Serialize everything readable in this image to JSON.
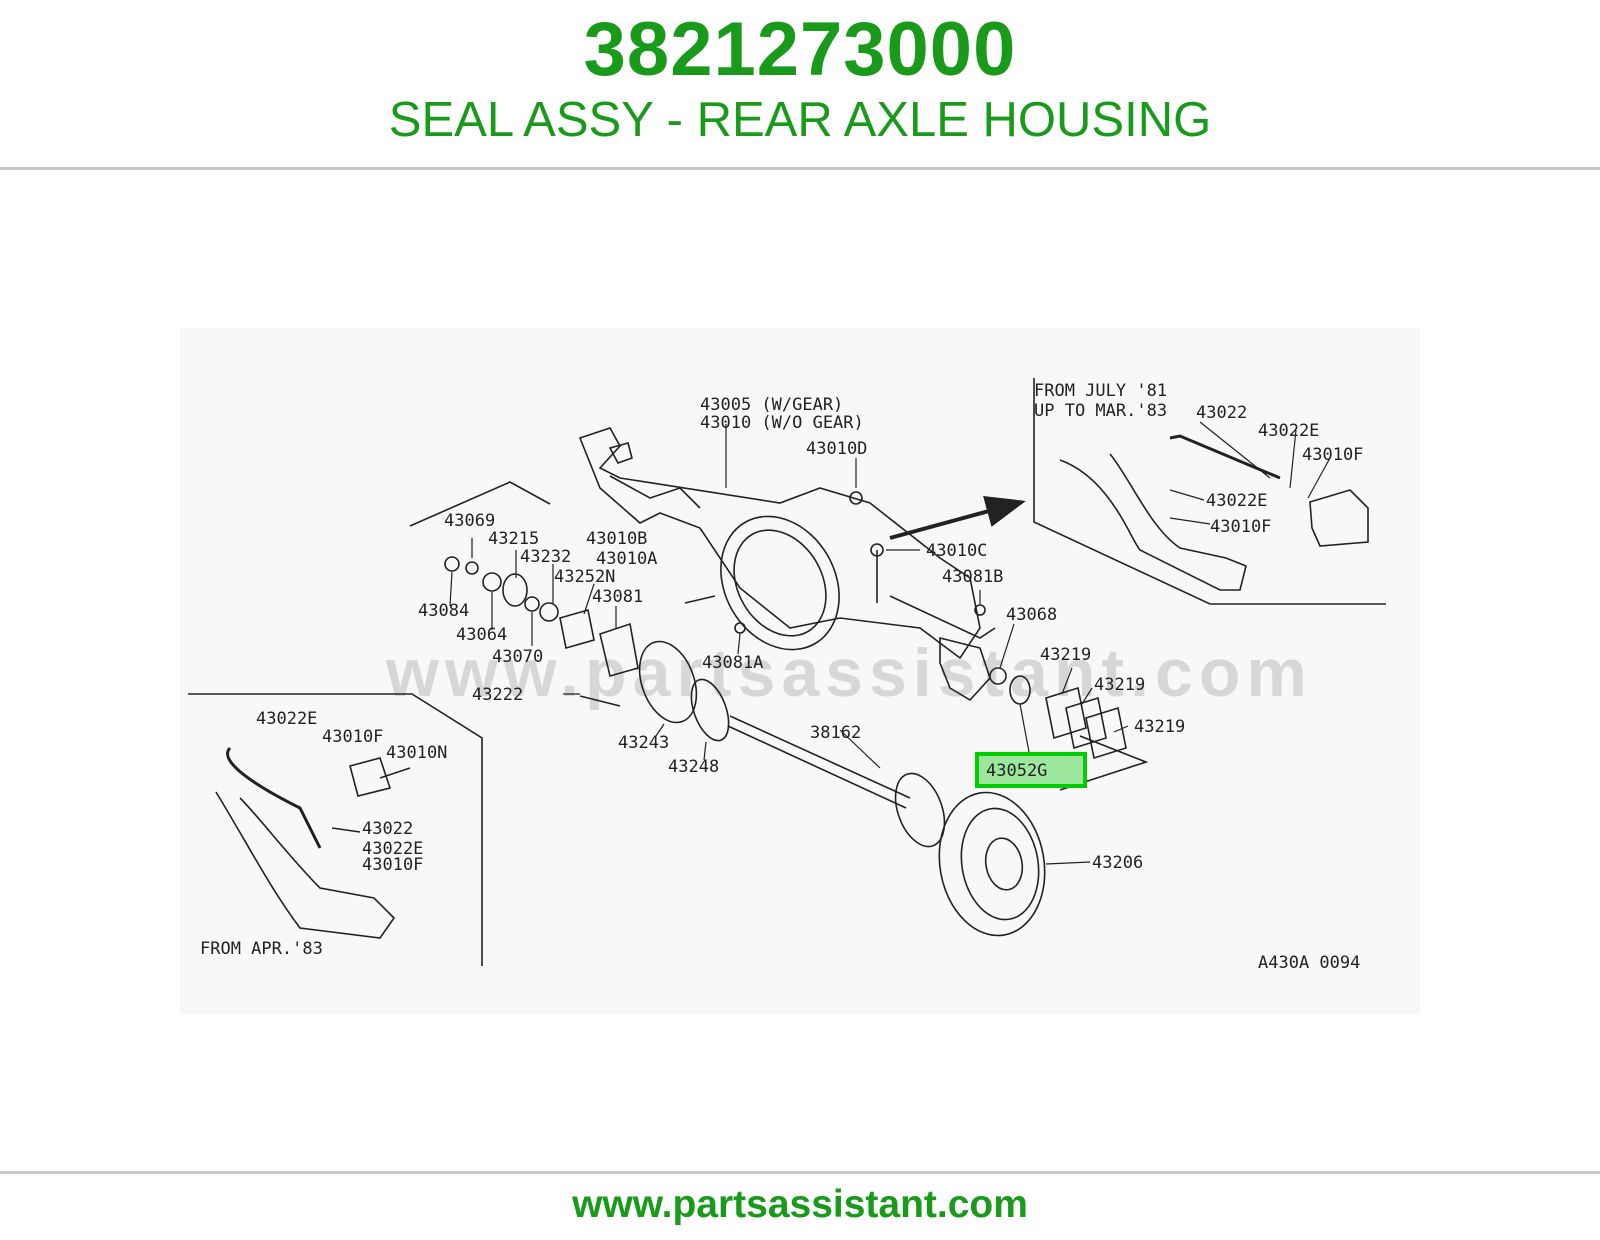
{
  "header": {
    "part_number": "3821273000",
    "description": "SEAL ASSY - REAR AXLE HOUSING"
  },
  "footer": {
    "url": "www.partsassistant.com"
  },
  "watermark": "www.partsassistant.com",
  "highlight": {
    "label": "43052G",
    "color": "#00cc00"
  },
  "colors": {
    "brand_green": "#1a9a1a",
    "line": "#222222"
  },
  "diagram": {
    "code": "A430A 0094",
    "labels": {
      "l43005": "43005 (W/GEAR)",
      "l43010": "43010 (W/O GEAR)",
      "l43010D": "43010D",
      "l43069": "43069",
      "l43215": "43215",
      "l43232": "43232",
      "l43010B": "43010B",
      "l43010A": "43010A",
      "l43252N": "43252N",
      "l43081": "43081",
      "l43084": "43084",
      "l43064": "43064",
      "l43070": "43070",
      "l43081A": "43081A",
      "l43222": "43222",
      "l43243": "43243",
      "l43248": "43248",
      "l38162": "38162",
      "l43010C": "43010C",
      "l43081B": "43081B",
      "l43068": "43068",
      "l43219a": "43219",
      "l43219b": "43219",
      "l43219c": "43219",
      "l43206": "43206",
      "inset_top_note1": "FROM JULY '81",
      "inset_top_note2": "UP TO MAR.'83",
      "inset_top_43022": "43022",
      "inset_top_43022E_a": "43022E",
      "inset_top_43010F_a": "43010F",
      "inset_top_43022E_b": "43022E",
      "inset_top_43010F_b": "43010F",
      "inset_bot_43022E": "43022E",
      "inset_bot_43010F": "43010F",
      "inset_bot_43010N": "43010N",
      "inset_bot_43022": "43022",
      "inset_bot_43022E_b": "43022E",
      "inset_bot_43010F_b": "43010F",
      "inset_bot_note": "FROM APR.'83"
    }
  }
}
